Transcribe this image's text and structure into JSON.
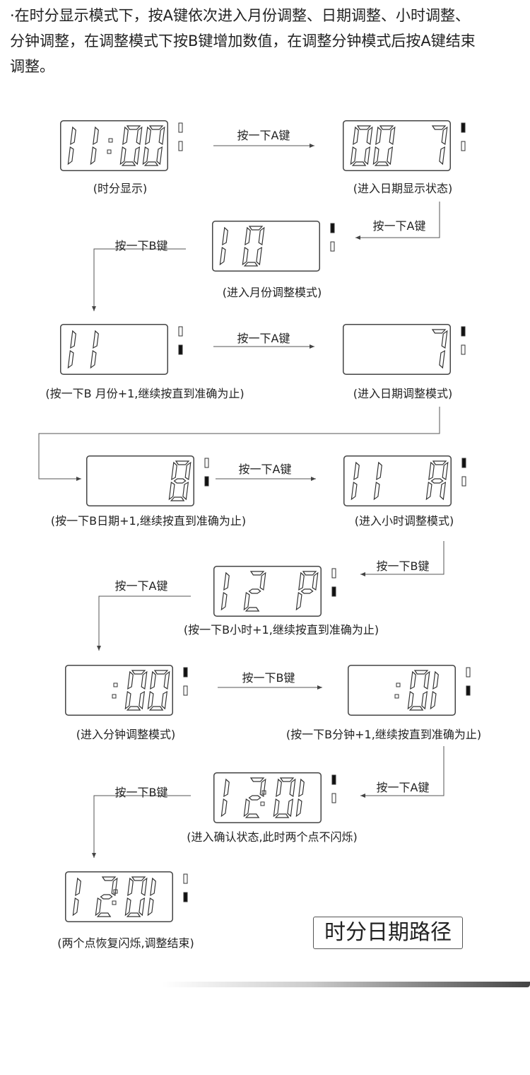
{
  "intro": [
    "·在时分显示模式下，按A键依次进入月份调整、日期调整、小时调整、",
    "分钟调整，在调整模式下按B键增加数值，在调整分钟模式后按A键结束",
    "调整。"
  ],
  "arrow_labels": [
    "按一下A键",
    "按一下A键",
    "按一下B键",
    "按一下A键",
    "按一下A键",
    "按一下B键",
    "按一下A键",
    "按一下B键",
    "按一下A键",
    "按一下B键"
  ],
  "displays": [
    {
      "digits": [
        "1",
        "1",
        "0",
        "0"
      ],
      "colon": true,
      "indicator": "none",
      "caption": "(时分显示)"
    },
    {
      "digits": [
        "0",
        "0",
        " ",
        "7"
      ],
      "colon": false,
      "indicator": "top",
      "caption": "(进入日期显示状态)"
    },
    {
      "digits": [
        "1",
        "0",
        " ",
        " "
      ],
      "colon": false,
      "indicator": "top",
      "caption": "(进入月份调整模式)"
    },
    {
      "digits": [
        "1",
        "1",
        " ",
        " "
      ],
      "colon": false,
      "indicator": "bottom",
      "caption": "(按一下B 月份+1,继续按直到准确为止)"
    },
    {
      "digits": [
        " ",
        " ",
        " ",
        "7"
      ],
      "colon": false,
      "indicator": "top",
      "caption": "(进入日期调整模式)"
    },
    {
      "digits": [
        " ",
        " ",
        " ",
        "8"
      ],
      "colon": false,
      "indicator": "bottom",
      "caption": "(按一下B日期+1,继续按直到准确为止)"
    },
    {
      "digits": [
        "1",
        "1",
        " ",
        "A"
      ],
      "colon": false,
      "indicator": "top",
      "caption": "(进入小时调整模式)"
    },
    {
      "digits": [
        "1",
        "2",
        " ",
        "P"
      ],
      "colon": false,
      "indicator": "bottom",
      "caption": "(按一下B小时+1,继续按直到准确为止)"
    },
    {
      "digits": [
        " ",
        " ",
        "0",
        "0"
      ],
      "colon": true,
      "indicator": "top",
      "caption": "(进入分钟调整模式)"
    },
    {
      "digits": [
        " ",
        " ",
        "0",
        "1"
      ],
      "colon": true,
      "indicator": "bottom",
      "caption": "(按一下B分钟+1,继续按直到准确为止)"
    },
    {
      "digits": [
        "1",
        "2",
        "0",
        "1"
      ],
      "colon": true,
      "indicator": "top",
      "caption": "(进入确认状态,此时两个点不闪烁)"
    },
    {
      "digits": [
        "1",
        "2",
        "0",
        "1"
      ],
      "colon": true,
      "indicator": "bottom",
      "caption": "(两个点恢复闪烁,调整结束)"
    }
  ],
  "title_box": "时分日期路径"
}
